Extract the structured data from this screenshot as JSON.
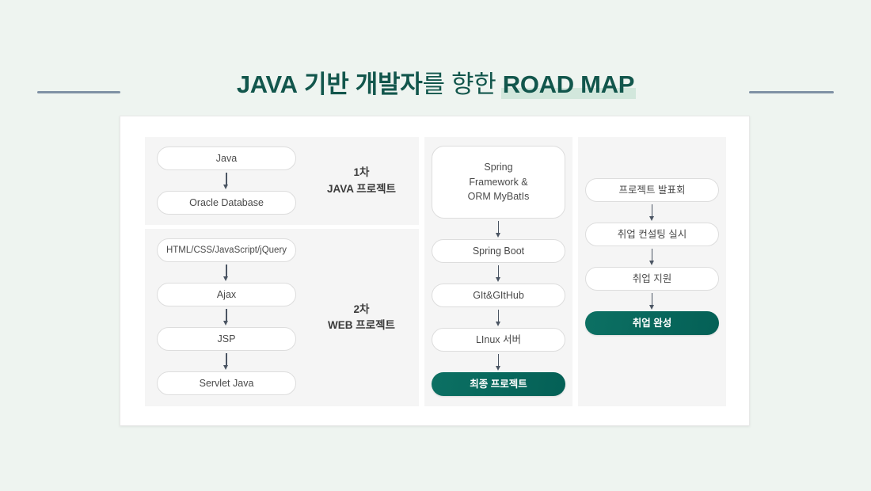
{
  "page": {
    "background_color": "#eef4f0",
    "panel_background": "#ffffff",
    "column_background": "#f5f5f5",
    "accent_color": "#046056",
    "title_color": "#12564c",
    "highlight_color": "#d2e7dc",
    "rule_color": "#7f91a4"
  },
  "header": {
    "title_part_1": "JAVA",
    "title_part_2": "기반 개발자",
    "title_part_3": "를 향한",
    "title_part_4": "ROAD MAP",
    "left_rule": "decorative-line",
    "right_rule": "decorative-line"
  },
  "roadmap": {
    "columns": [
      {
        "id": "column-1",
        "sections": [
          {
            "id": "section-java",
            "phase_line_1": "1차",
            "phase_line_2": "JAVA 프로젝트",
            "steps": [
              {
                "label": "Java"
              },
              {
                "label": "Oracle Database"
              }
            ]
          },
          {
            "id": "section-web",
            "phase_line_1": "2차",
            "phase_line_2": "WEB 프로젝트",
            "steps": [
              {
                "label": "HTML/CSS/JavaScript/jQuery"
              },
              {
                "label": "Ajax"
              },
              {
                "label": "JSP"
              },
              {
                "label": "Servlet Java"
              }
            ]
          }
        ]
      },
      {
        "id": "column-2",
        "sections": [
          {
            "id": "section-spring",
            "steps": [
              {
                "label": "Spring\nFramework &\nORM MyBatIs"
              },
              {
                "label": "Spring Boot"
              },
              {
                "label": "GIt&GItHub"
              },
              {
                "label": "LInux 서버"
              },
              {
                "label": "최종 프로젝트",
                "final": true
              }
            ]
          }
        ]
      },
      {
        "id": "column-3",
        "sections": [
          {
            "id": "section-career",
            "steps": [
              {
                "label": "프로젝트 발표회"
              },
              {
                "label": "취업 컨설팅 실시"
              },
              {
                "label": "취업 지원"
              },
              {
                "label": "취업 완성",
                "final": true
              }
            ]
          }
        ]
      }
    ]
  }
}
